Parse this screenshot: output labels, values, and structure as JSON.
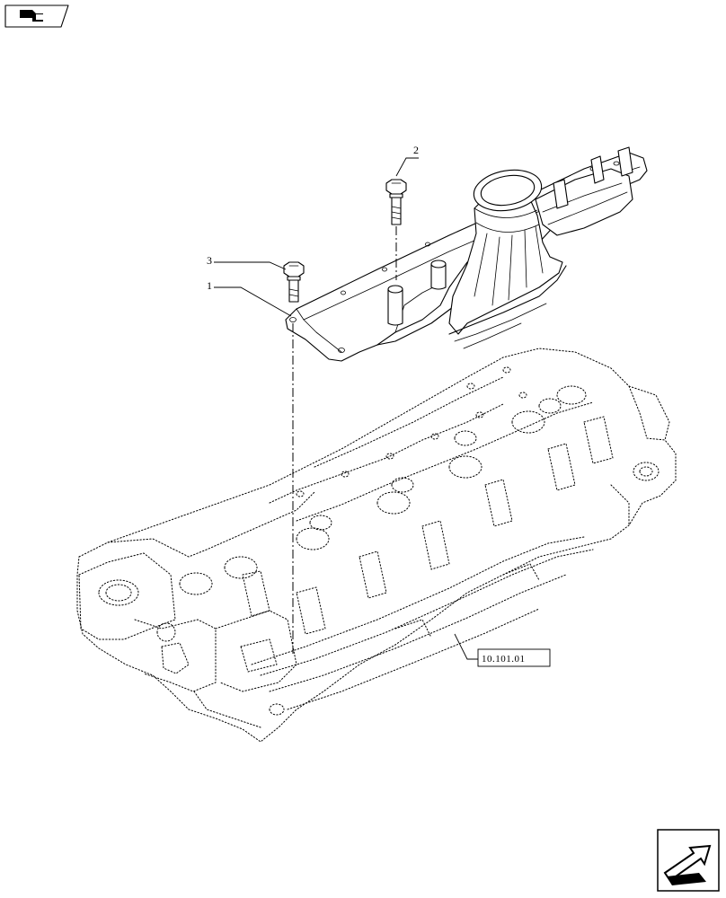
{
  "callouts": [
    {
      "id": "1",
      "label": "1"
    },
    {
      "id": "2",
      "label": "2"
    },
    {
      "id": "3",
      "label": "3"
    }
  ],
  "reference": {
    "label": "10.101.01"
  },
  "icons": {
    "top_left": "page-indicator-icon",
    "bottom_right": "next-page-arrow-icon"
  }
}
